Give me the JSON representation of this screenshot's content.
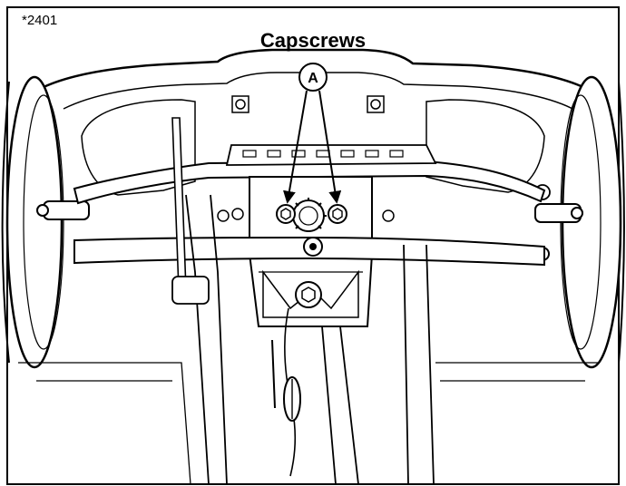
{
  "figure": {
    "id_label": "*2401",
    "title": "Capscrews",
    "callout": {
      "letter": "A"
    }
  }
}
